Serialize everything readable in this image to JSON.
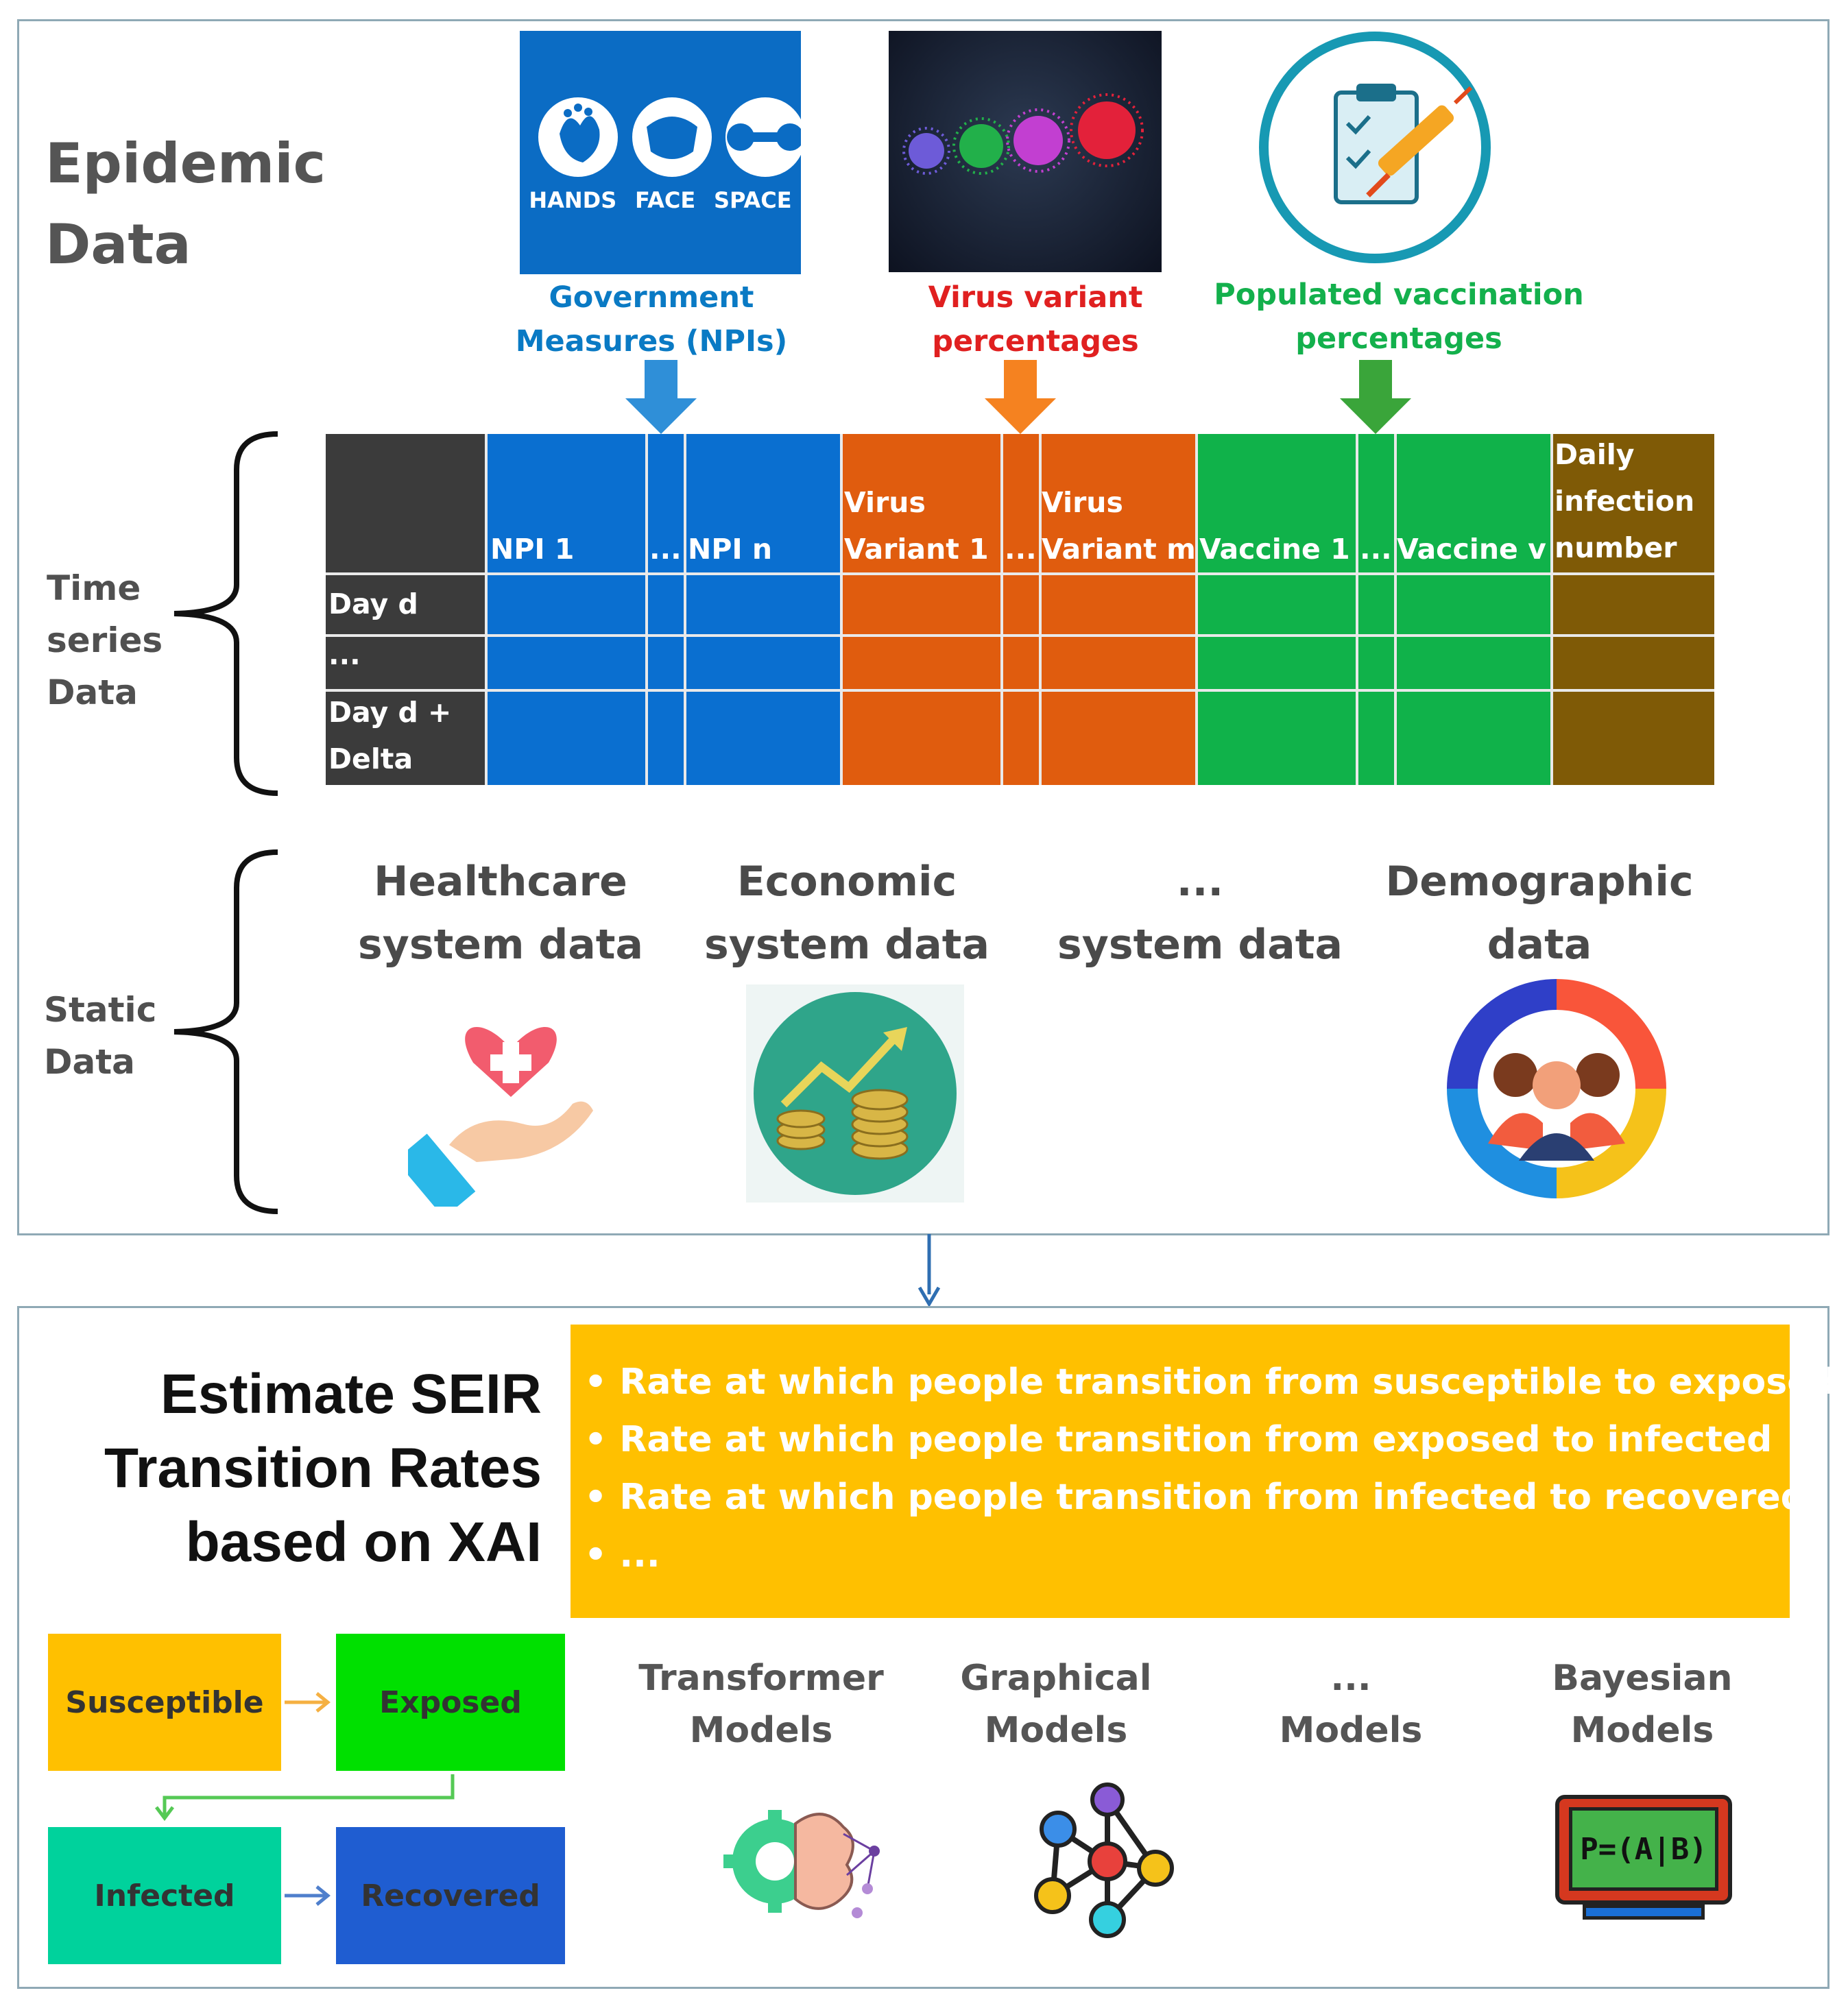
{
  "epidemic_data": {
    "title_line1": "Epidemic",
    "title_line2": "Data",
    "sources": {
      "gov": {
        "icon_labels": [
          "HANDS",
          "FACE",
          "SPACE"
        ],
        "caption_line1": "Government",
        "caption_line2": "Measures (NPIs)",
        "color": "#0a7ac4"
      },
      "virus": {
        "caption_line1": "Virus variant",
        "caption_line2": "percentages",
        "color": "#e02020"
      },
      "vacc": {
        "caption_line1": "Populated vaccination",
        "caption_line2": "percentages",
        "color": "#13b04c"
      }
    },
    "time_series_label": [
      "Time",
      "series",
      "Data"
    ],
    "static_label": [
      "Static",
      "Data"
    ],
    "table": {
      "columns": {
        "npi_1": "NPI 1",
        "npi_dots": "...",
        "npi_n": "NPI n",
        "virus_1_line1": "Virus",
        "virus_1_line2": "Variant  1",
        "virus_dots": "...",
        "virus_m_line1": "Virus",
        "virus_m_line2": "Variant  m",
        "vaccine_1": "Vaccine  1",
        "vaccine_dots": "...",
        "vaccine_v": "Vaccine  v",
        "daily_line1": "Daily",
        "daily_line2": "infection",
        "daily_line3": "number"
      },
      "rows": {
        "day_d": "Day  d",
        "dots": "...",
        "day_delta_line1": "Day  d +",
        "day_delta_line2": "Delta"
      },
      "colors": {
        "label": "#3b3b3b",
        "npi": "#0a6fd0",
        "virus": "#e05c0e",
        "vaccine": "#10b24a",
        "daily": "#7f5a06"
      }
    },
    "static_items": [
      {
        "line1": "Healthcare",
        "line2": "system data",
        "icon": "heart-hand-icon"
      },
      {
        "line1": "Economic",
        "line2": "system data",
        "icon": "coins-growth-icon"
      },
      {
        "line1": "...",
        "line2": "system data",
        "icon": ""
      },
      {
        "line1": "Demographic",
        "line2": "data",
        "icon": "people-ring-icon"
      }
    ]
  },
  "seir": {
    "title_line1": "Estimate SEIR",
    "title_line2": "Transition Rates",
    "title_line3": "based on XAI",
    "bullets": [
      "Rate at which people transition from susceptible to exposed",
      "Rate at which people transition from exposed to infected",
      "Rate at which people transition from infected to recovered",
      "..."
    ],
    "states": {
      "susceptible": "Susceptible",
      "exposed": "Exposed",
      "infected": "Infected",
      "recovered": "Recovered"
    },
    "models": [
      {
        "line1": "Transformer",
        "line2": "Models",
        "icon": "brain-gear-icon"
      },
      {
        "line1": "Graphical",
        "line2": "Models",
        "icon": "network-graph-icon"
      },
      {
        "line1": "...",
        "line2": "Models",
        "icon": ""
      },
      {
        "line1": "Bayesian",
        "line2": "Models",
        "icon": "formula-board-icon"
      }
    ],
    "formula": "P=(A|B)"
  }
}
